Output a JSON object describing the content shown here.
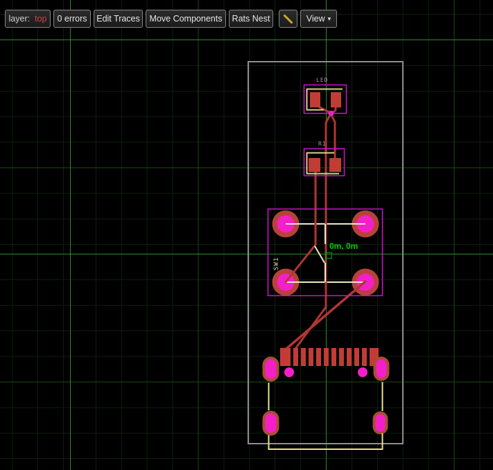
{
  "toolbar": {
    "layer_label": "layer:",
    "layer_value": "top",
    "errors": "0 errors",
    "edit_traces": "Edit Traces",
    "move_components": "Move Components",
    "rats_nest": "Rats Nest",
    "view": "View",
    "view_caret": "▾"
  },
  "canvas": {
    "components": {
      "led": {
        "ref": "LED"
      },
      "r1": {
        "ref": "R1"
      },
      "sw1": {
        "ref": "SW1"
      }
    },
    "cursor_readout": "0m, 0m"
  },
  "colors": {
    "layer_value": "#cc4444",
    "grid_major": "#2e8a2e",
    "grid_medium": "#1a4a1a",
    "grid_minor": "#0d1f0d",
    "board_outline": "#8f8f8f",
    "component_outline": "#cf13cf",
    "pad_copper": "#c23c36",
    "pad_hole_magenta": "#f41fc9",
    "silkscreen_yellow": "#e9e489",
    "trace_red": "#b23535",
    "readout_green": "#00d000"
  }
}
